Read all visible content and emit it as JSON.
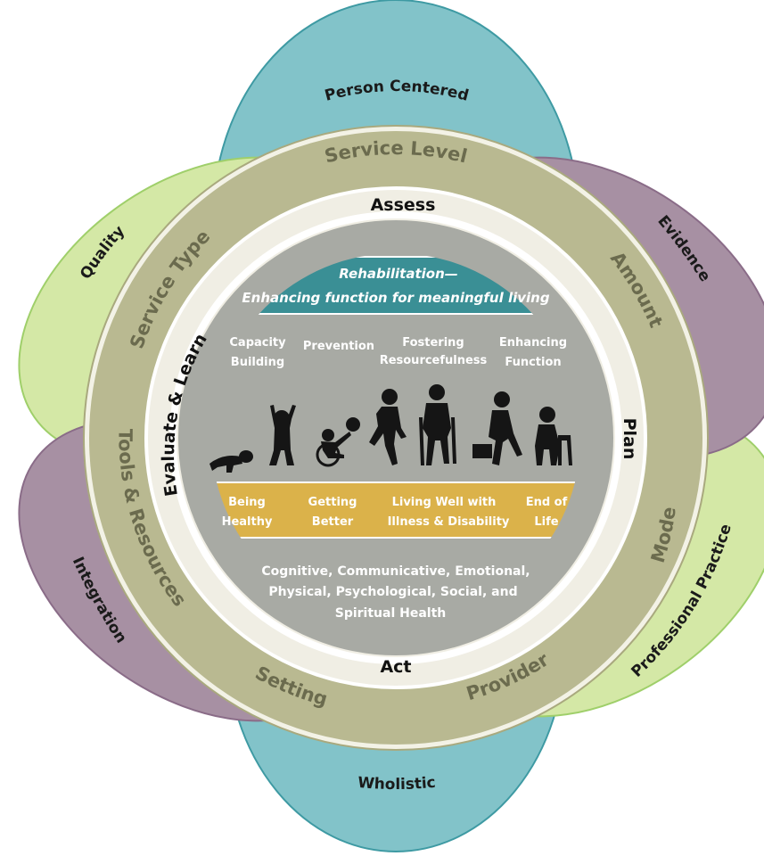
{
  "colors": {
    "petal_teal": "#82c3c9",
    "petal_purple": "#a790a3",
    "petal_green": "#d4e8a6",
    "outer_ring": "#b9b991",
    "inner_ring": "#f0eee4",
    "center": "#a8aaa4",
    "banner": "#3a8f95",
    "gold_band": "#dbb24a"
  },
  "petals": {
    "top": "Person Centered",
    "bottom": "Wholistic",
    "upper_left": "Quality",
    "upper_right": "Evidence",
    "lower_left": "Integration",
    "lower_right": "Professional Practice"
  },
  "outer_ring": {
    "top": "Service Level",
    "upper_right": "Amount",
    "right": "Mode",
    "bottom_right": "Provider",
    "bottom_left": "Setting",
    "left": "Tools & Resources",
    "upper_left": "Service Type"
  },
  "inner_ring": {
    "top": "Assess",
    "right": "Plan",
    "bottom": "Act",
    "left": "Evaluate & Learn"
  },
  "banner": {
    "line1": "Rehabilitation—",
    "line2": "Enhancing function for meaningful living"
  },
  "categories": [
    {
      "line1": "Capacity",
      "line2": "Building"
    },
    {
      "line1": "Prevention",
      "line2": ""
    },
    {
      "line1": "Fostering",
      "line2": "Resourcefulness"
    },
    {
      "line1": "Enhancing",
      "line2": "Function"
    }
  ],
  "life_stages": [
    {
      "line1": "Being",
      "line2": "Healthy"
    },
    {
      "line1": "Getting",
      "line2": "Better"
    },
    {
      "line1": "Living Well with",
      "line2": "Illness & Disability"
    },
    {
      "line1": "End of",
      "line2": "Life"
    }
  ],
  "health_dimensions": {
    "line1": "Cognitive, Communicative, Emotional,",
    "line2": "Physical, Psychological, Social, and",
    "line3": "Spiritual Health"
  },
  "figures": [
    "crawling-baby-icon",
    "child-arms-up-icon",
    "wheelchair-child-icon",
    "running-person-icon",
    "person-with-crutches-icon",
    "walking-businessperson-icon",
    "elderly-walker-icon"
  ]
}
